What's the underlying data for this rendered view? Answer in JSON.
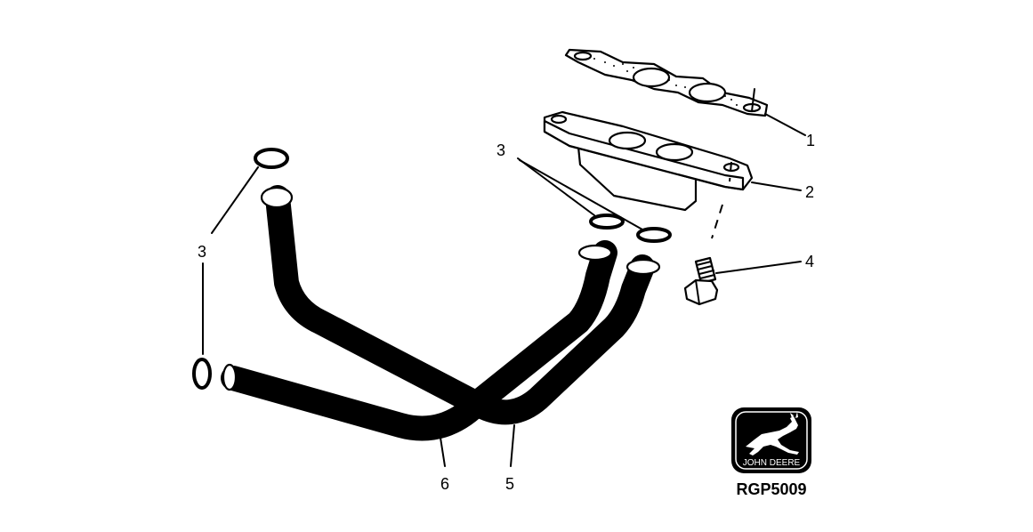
{
  "callouts": {
    "c1": "1",
    "c2": "2",
    "c3_left": "3",
    "c3_center": "3",
    "c4": "4",
    "c5": "5",
    "c6": "6"
  },
  "figure_ref": "RGP5009",
  "logo": {
    "text": "JOHN DEERE",
    "icon": "leaping-deer-icon"
  },
  "colors": {
    "line": "#000000",
    "background": "#ffffff"
  }
}
